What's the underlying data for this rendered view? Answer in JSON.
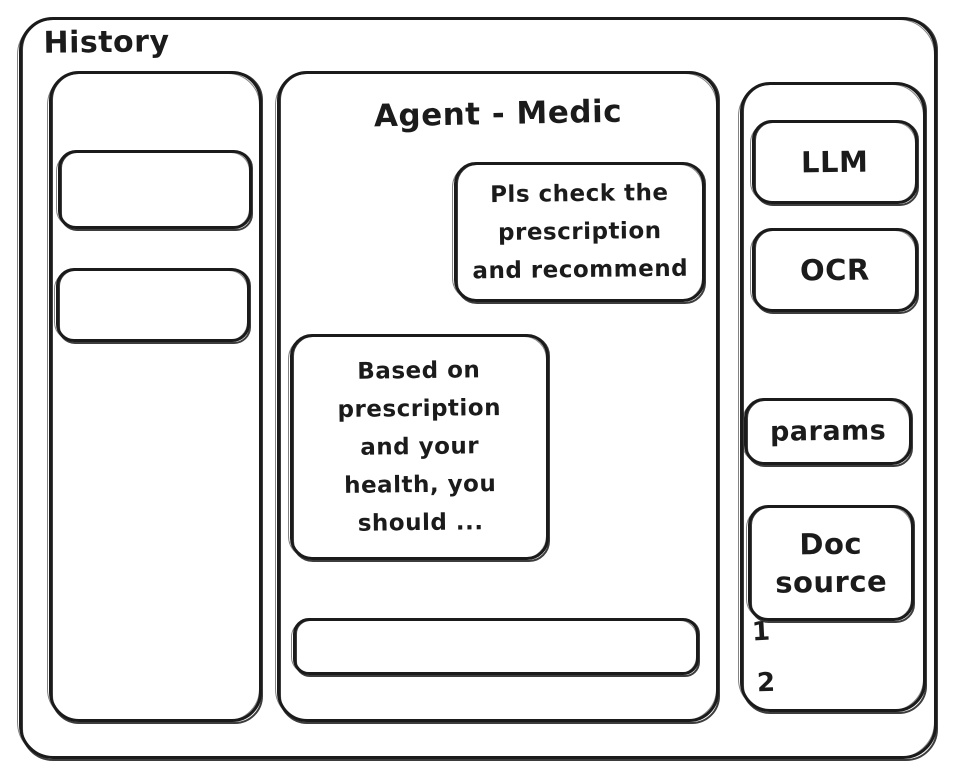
{
  "window": {
    "frame_name": "wireframe-window"
  },
  "history": {
    "title": "History",
    "items": [
      {
        "label": ""
      },
      {
        "label": ""
      }
    ]
  },
  "agent": {
    "title": "Agent - Medic",
    "messages": [
      {
        "role": "user",
        "text": "Pls check the\nprescription\nand recommend"
      },
      {
        "role": "assistant",
        "text": "Based on\nprescription\nand your\nhealth, you\nshould ..."
      }
    ],
    "input": {
      "value": "",
      "placeholder": ""
    }
  },
  "tools": {
    "items": [
      {
        "label": "LLM"
      },
      {
        "label": "OCR"
      },
      {
        "label": "params"
      },
      {
        "label": "Doc\nsource"
      }
    ],
    "doc_refs": [
      "1",
      "2"
    ]
  },
  "colors": {
    "ink": "#1b1b1b",
    "background": "#ffffff"
  }
}
